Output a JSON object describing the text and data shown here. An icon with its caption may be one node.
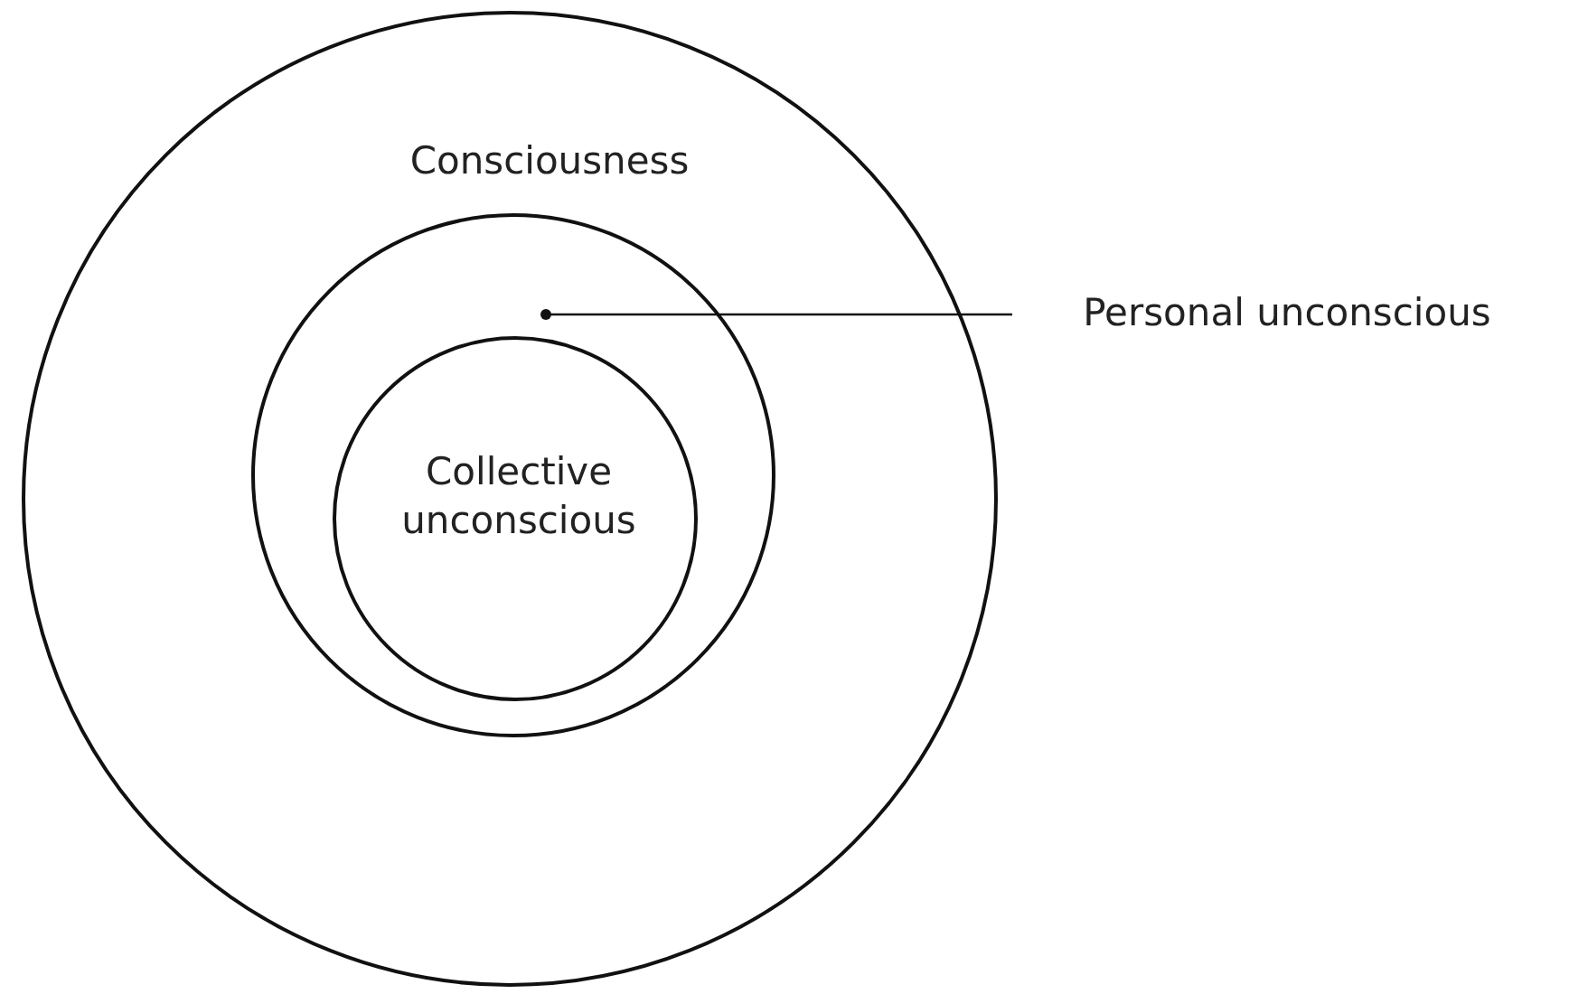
{
  "diagram": {
    "nodes": [
      {
        "text": [
          "Consciousness"
        ]
      },
      {
        "text": [],
        "shape": "circle",
        "in": 0
      },
      {
        "text": [
          "Collective unconscious"
        ],
        "in": 1
      },
      {
        "text": [
          "Personal unconscious"
        ]
      }
    ],
    "edges": [
      {
        "from": 3,
        "to": 1,
        "arrow": "other"
      }
    ]
  }
}
